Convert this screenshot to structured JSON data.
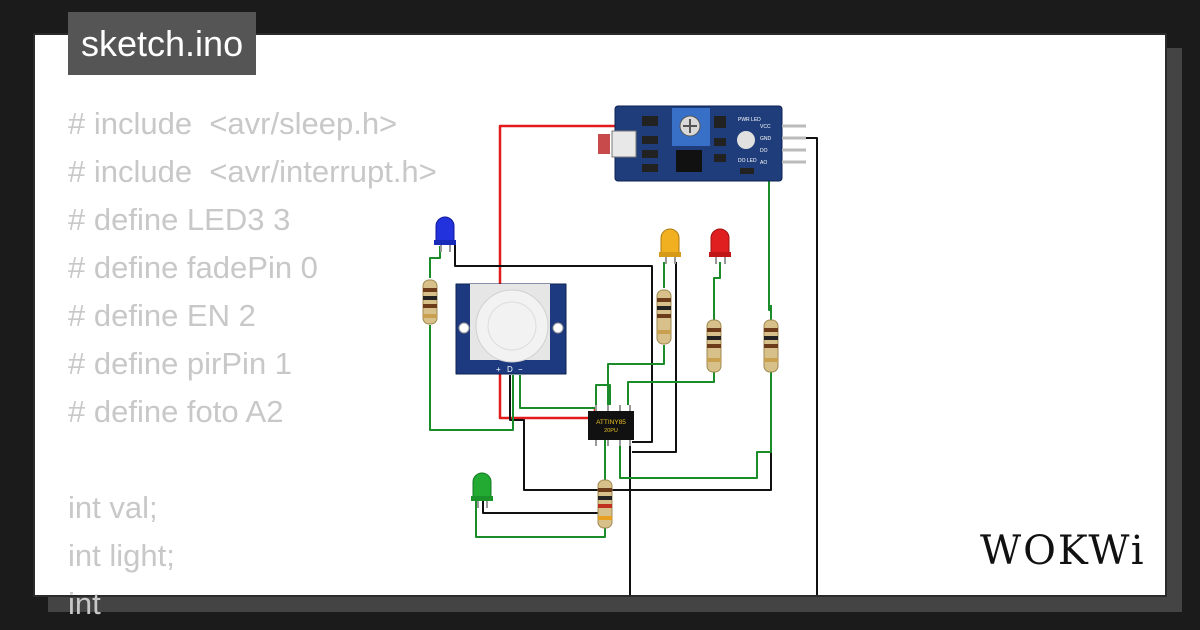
{
  "file_tab": {
    "label": "sketch.ino"
  },
  "code_lines": [
    "# include  <avr/sleep.h>",
    "# include  <avr/interrupt.h>",
    "# define LED3 3",
    "# define fadePin 0",
    "# define EN 2",
    "# define pirPin 1",
    "# define foto A2",
    "",
    "int val;",
    "int light;",
    "int"
  ],
  "components": {
    "chip": {
      "line1": "ATTINY85",
      "line2": "20PU"
    },
    "light_sensor": {
      "pin_vcc": "VCC",
      "pin_gnd": "GND",
      "pin_do": "DO",
      "pin_ao": "AO",
      "pwr_led": "PWR LED",
      "do_led": "DO LED"
    },
    "pir": {
      "pin_plus": "+",
      "pin_d": "D",
      "pin_minus": "−"
    }
  },
  "brand": {
    "logo": "WOKWi"
  },
  "colors": {
    "wire_red": "#e21b1b",
    "wire_black": "#111111",
    "wire_green": "#1a8c2a",
    "led_blue": "#2233dd",
    "led_yellow": "#f0b020",
    "led_red": "#e02020",
    "led_green": "#22aa33",
    "sensor_board": "#1f3d7a",
    "pir_board": "#1d3a80"
  }
}
